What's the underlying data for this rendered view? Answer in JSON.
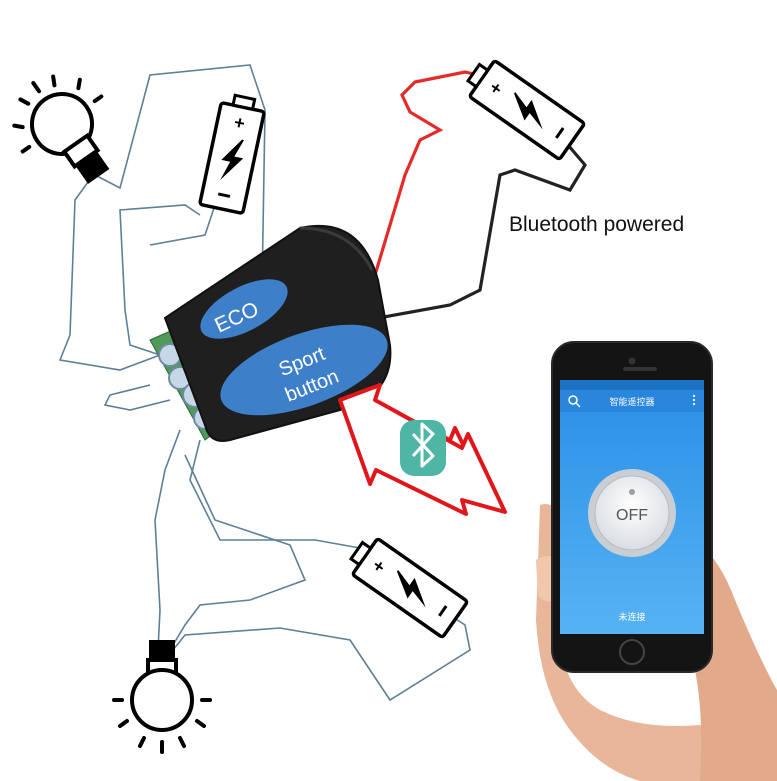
{
  "caption": "Bluetooth powered",
  "module": {
    "eco_label": "ECO",
    "sport_label_line1": "Sport",
    "sport_label_line2": "button"
  },
  "phone": {
    "app_title": "智能遥控器",
    "power_button_label": "OFF",
    "status_text": "未连接"
  },
  "icons": {
    "bulb": "light-bulb-icon",
    "battery": "battery-icon",
    "bluetooth": "bluetooth-icon",
    "search": "search-icon"
  },
  "colors": {
    "label_blue": "#3d7fc9",
    "module_black": "#1f1f1f",
    "arrow_red": "#e0161b",
    "bluetooth_green": "#4fb5a5",
    "app_blue": "#2a8fe6",
    "wire_red": "#e52a2a"
  }
}
